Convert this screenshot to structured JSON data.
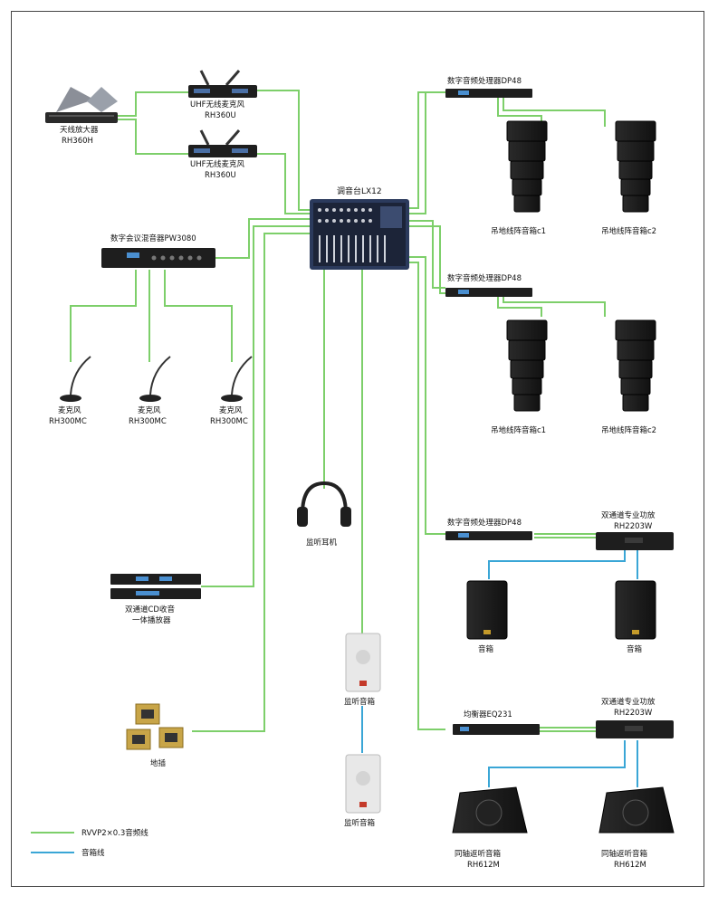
{
  "devices": {
    "antenna_amp": {
      "name": "天线放大器",
      "model": "RH360H"
    },
    "wireless_mic_1": {
      "name": "UHF无线麦克风",
      "model": "RH360U"
    },
    "wireless_mic_2": {
      "name": "UHF无线麦克风",
      "model": "RH360U"
    },
    "mixer": {
      "name": "调音台LX12"
    },
    "conference_mixer": {
      "name": "数字会议混音器PW3080"
    },
    "gooseneck_mic_1": {
      "name": "麦克风",
      "model": "RH300MC"
    },
    "gooseneck_mic_2": {
      "name": "麦克风",
      "model": "RH300MC"
    },
    "gooseneck_mic_3": {
      "name": "麦克风",
      "model": "RH300MC"
    },
    "headphones": {
      "name": "监听耳机"
    },
    "cd_player": {
      "name_line1": "双通道CD收音",
      "name_line2": "一体播放器"
    },
    "floor_box": {
      "name": "地插"
    },
    "monitor_speaker_1": {
      "name": "监听音箱"
    },
    "monitor_speaker_2": {
      "name": "监听音箱"
    },
    "processor_1": {
      "name": "数字音频处理器DP48"
    },
    "line_array_1a": {
      "name": "吊地线阵音箱c1"
    },
    "line_array_1b": {
      "name": "吊地线阵音箱c2"
    },
    "processor_2": {
      "name": "数字音频处理器DP48"
    },
    "line_array_2a": {
      "name": "吊地线阵音箱c1"
    },
    "line_array_2b": {
      "name": "吊地线阵音箱c2"
    },
    "processor_3": {
      "name": "数字音频处理器DP48"
    },
    "amp_1": {
      "name": "双通道专业功放",
      "model": "RH2203W"
    },
    "speaker_1": {
      "name": "音箱"
    },
    "speaker_2": {
      "name": "音箱"
    },
    "equalizer": {
      "name": "均衡器EQ231"
    },
    "amp_2": {
      "name": "双通道专业功放",
      "model": "RH2203W"
    },
    "coax_monitor_1": {
      "name": "同轴返听音箱",
      "model": "RH612M"
    },
    "coax_monitor_2": {
      "name": "同轴返听音箱",
      "model": "RH612M"
    }
  },
  "legend": {
    "audio_cable": "RVVP2×0.3音频线",
    "speaker_cable": "音箱线"
  },
  "colors": {
    "audio_cable": "#7dcf6a",
    "speaker_cable": "#3aa6d6",
    "device_dark": "#1e1e1e"
  }
}
